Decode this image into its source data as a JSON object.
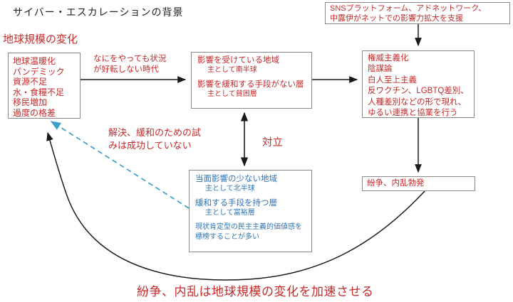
{
  "title": "サイバー・エスカレーションの背景",
  "colors": {
    "red_text": "#c42a2a",
    "blue_text": "#2e74b5",
    "dashed_arrow_blue": "#3e9fcb",
    "arrow_black": "#1a1a1a",
    "box_border": "#8a8a8a"
  },
  "left_section": {
    "heading": "地球規模の変化",
    "box_lines": [
      "地球温暖化",
      "パンデミック",
      "資源不足",
      "水・食糧不足",
      "移民増加",
      "過度の格差"
    ]
  },
  "labels": {
    "no_improvement_line1": "なにをやっても状況",
    "no_improvement_line2": "が好転しない時代",
    "no_success_line1": "解決、緩和のための試",
    "no_success_line2": "みは成功していない",
    "confrontation": "対立",
    "bottom_note": "紛争、内乱は地球規模の変化を加速させる"
  },
  "sns_box": {
    "line1": "SNSプラットフォーム、アドネットワーク、",
    "line2": "中露伊がネットでの影響力拡大を支援"
  },
  "affected_box": {
    "group1_main": "影響を受けている地域",
    "group1_sub": "主として南半球",
    "group2_main": "影響を緩和する手段がない層",
    "group2_sub": "主として貧困層"
  },
  "authoritarian_box": {
    "lines": [
      "権威主義化",
      "陰謀論",
      "白人至上主義",
      "反ワクチン、LGBTQ差別、",
      "人種差別などの形で現れ、",
      "ゆるい連携と協業を行う"
    ]
  },
  "conflict_box": {
    "label": "紛争、内乱勃発"
  },
  "unaffected_box": {
    "group1_main": "当面影響の少ない地域",
    "group1_sub": "主として北半球",
    "group2_main": "緩和する手段を持つ層",
    "group2_sub": "主として富裕層",
    "note_line1": "現状肯定型の民主主義的価値感を",
    "note_line2": "標榜することが多い"
  }
}
